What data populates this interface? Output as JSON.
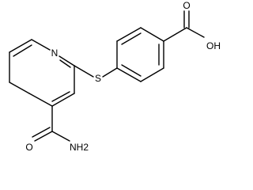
{
  "molecule": {
    "atoms": {
      "n": "N",
      "s": "S",
      "oh": "OH",
      "o_acid": "O",
      "o_amide": "O",
      "nh2": "NH2"
    }
  },
  "colors": {
    "bond": "#000000",
    "label": "#000000",
    "background": "#ffffff"
  }
}
